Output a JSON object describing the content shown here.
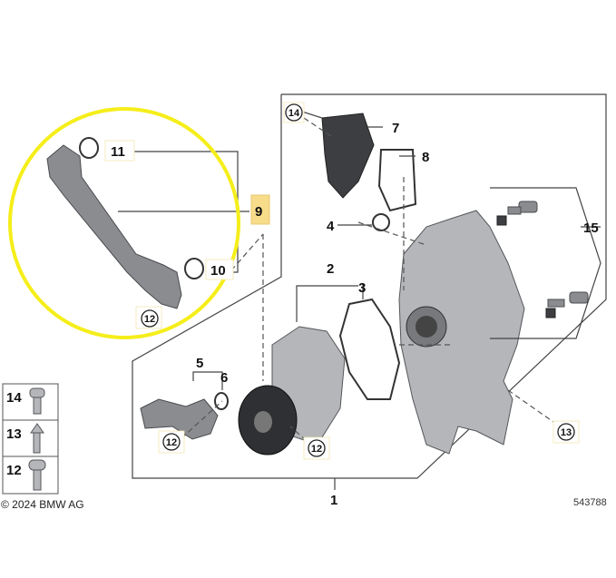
{
  "diagram": {
    "callouts": {
      "c1": "1",
      "c2": "2",
      "c3": "3",
      "c4": "4",
      "c5": "5",
      "c6": "6",
      "c7": "7",
      "c8": "8",
      "c9": "9",
      "c10": "10",
      "c11": "11",
      "c12": "12",
      "c13": "13",
      "c14": "14",
      "c15": "15"
    },
    "legend": [
      {
        "label": "14"
      },
      {
        "label": "13"
      },
      {
        "label": "12"
      }
    ],
    "copyright": "© 2024 BMW AG",
    "diagram_number": "543788",
    "highlight_color": "#f5ee1a",
    "selected_callout_color": "#f7dc8a"
  }
}
